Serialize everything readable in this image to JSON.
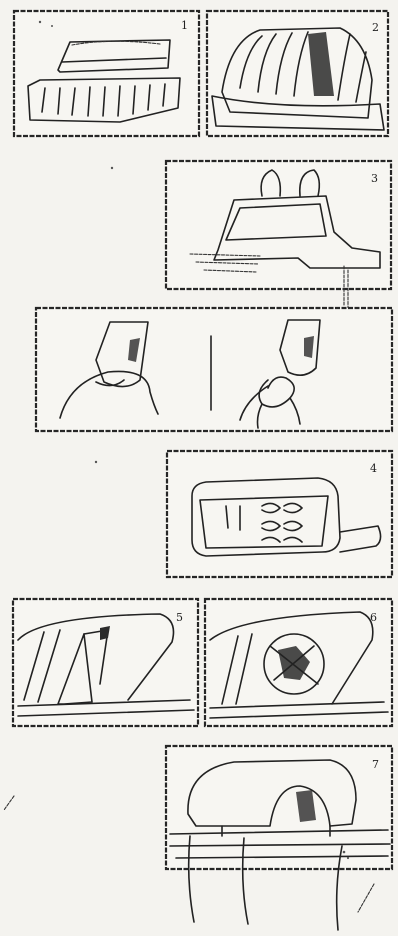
{
  "panels": [
    {
      "id": "panel-1",
      "step_label": "1"
    },
    {
      "id": "panel-2",
      "step_label": "2"
    },
    {
      "id": "panel-3",
      "step_label": "3"
    },
    {
      "id": "panel-knot",
      "step_label": ""
    },
    {
      "id": "panel-4",
      "step_label": "4"
    },
    {
      "id": "panel-5",
      "step_label": "5"
    },
    {
      "id": "panel-6",
      "step_label": "6"
    },
    {
      "id": "panel-7",
      "step_label": "7"
    }
  ],
  "colors": {
    "paper": "#f4f3ef",
    "ink": "#222222"
  }
}
